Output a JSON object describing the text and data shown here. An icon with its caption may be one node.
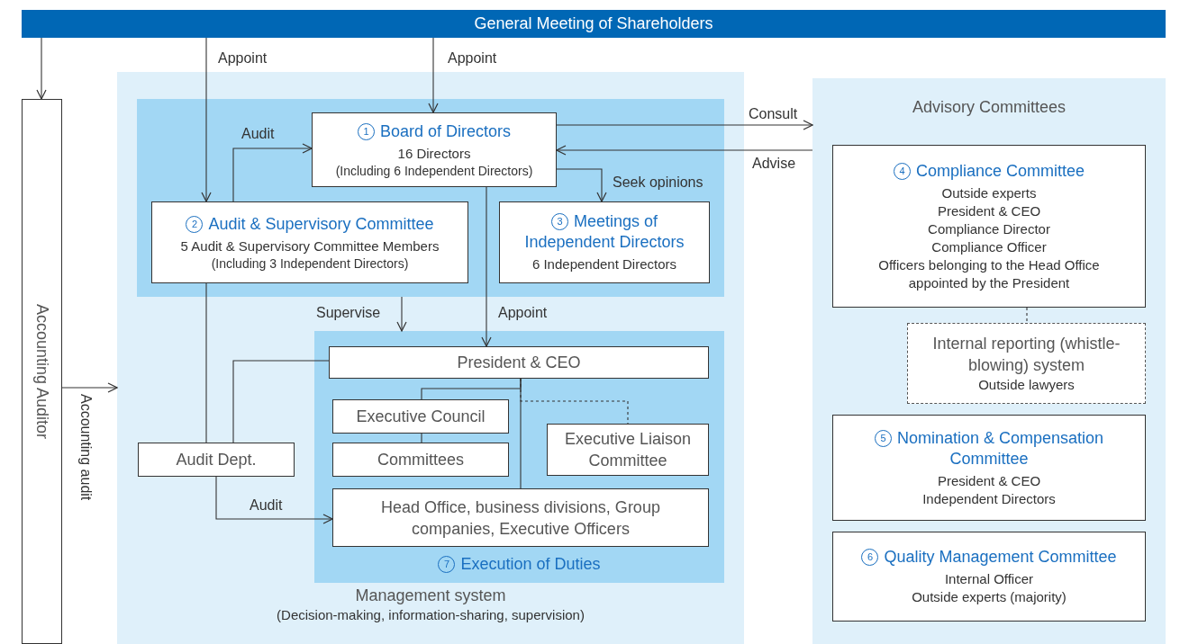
{
  "diagram": {
    "nodes": [
      {
        "text": [
          "General Meeting of Shareholders"
        ]
      },
      {
        "text": [
          "Accounting Auditor"
        ]
      },
      {
        "text": [
          "Management system",
          "(Decision-making, information-sharing, supervision)"
        ]
      },
      {
        "text": [],
        "shape": "box",
        "in": 2
      },
      {
        "text": [
          "1",
          "Board of Directors",
          "16 Directors",
          "(Including 6 Independent Directors)"
        ],
        "in": 3
      },
      {
        "text": [
          "2",
          "Audit & Supervisory Committee",
          "5 Audit & Supervisory Committee Members",
          "(Including 3 Independent Directors)"
        ],
        "in": 3
      },
      {
        "text": [
          "3",
          "Meetings of Independent Directors",
          "6 Independent Directors"
        ],
        "in": 3
      },
      {
        "text": [
          "7",
          "Execution of Duties"
        ],
        "in": 2
      },
      {
        "text": [
          "President & CEO"
        ],
        "in": 7
      },
      {
        "text": [
          "Executive Council"
        ],
        "in": 7
      },
      {
        "text": [
          "Committees"
        ],
        "in": 7
      },
      {
        "text": [
          "Executive Liaison Committee"
        ],
        "in": 7
      },
      {
        "text": [
          "Head Office, business divisions, Group companies, Executive Officers"
        ],
        "in": 7
      },
      {
        "text": [
          "Audit Dept."
        ],
        "in": 2
      },
      {
        "text": [
          "Advisory Committees"
        ]
      },
      {
        "text": [
          "4",
          "Compliance Committee",
          "Outside experts",
          "President & CEO",
          "Compliance Director",
          "Compliance Officer",
          "Officers belonging to the Head Office appointed by the President"
        ],
        "in": 14
      },
      {
        "text": [
          "Internal reporting (whistle-blowing) system",
          "Outside lawyers"
        ],
        "in": 14
      },
      {
        "text": [
          "5",
          "Nomination & Compensation Committee",
          "President & CEO",
          "Independent Directors"
        ],
        "in": 14
      },
      {
        "text": [
          "6",
          "Quality Management Committee",
          "Internal Officer",
          "Outside experts (majority)"
        ],
        "in": 14
      }
    ],
    "edges": [
      {
        "from": 0,
        "to": 1,
        "arrow": "to"
      },
      {
        "from": 0,
        "to": 5,
        "arrow": "to",
        "label": "Appoint"
      },
      {
        "from": 0,
        "to": 4,
        "arrow": "to",
        "label": "Appoint"
      },
      {
        "from": 5,
        "to": 4,
        "arrow": "to",
        "label": "Audit"
      },
      {
        "from": 4,
        "to": 6,
        "arrow": "to",
        "label": "Seek opinions"
      },
      {
        "from": 4,
        "to": 14,
        "arrow": "to",
        "label": "Consult"
      },
      {
        "from": 14,
        "to": 4,
        "arrow": "to",
        "label": "Advise"
      },
      {
        "from": 4,
        "to": 8,
        "arrow": "to",
        "label": "Appoint"
      },
      {
        "from": 3,
        "to": 7,
        "arrow": "to",
        "label": "Supervise"
      },
      {
        "from": 1,
        "to": 2,
        "arrow": "to",
        "label": "Accounting audit"
      },
      {
        "from": 5,
        "to": 13,
        "arrow": "none"
      },
      {
        "from": 8,
        "to": 13,
        "arrow": "none"
      },
      {
        "from": 13,
        "to": 12,
        "arrow": "to",
        "label": "Audit"
      },
      {
        "from": 8,
        "to": 9,
        "arrow": "none"
      },
      {
        "from": 9,
        "to": 10,
        "arrow": "none"
      },
      {
        "from": 8,
        "to": 12,
        "arrow": "none"
      },
      {
        "from": 8,
        "to": 11,
        "arrow": "none",
        "style": "dashed"
      },
      {
        "from": 15,
        "to": 16,
        "arrow": "none",
        "style": "dashed"
      }
    ]
  }
}
